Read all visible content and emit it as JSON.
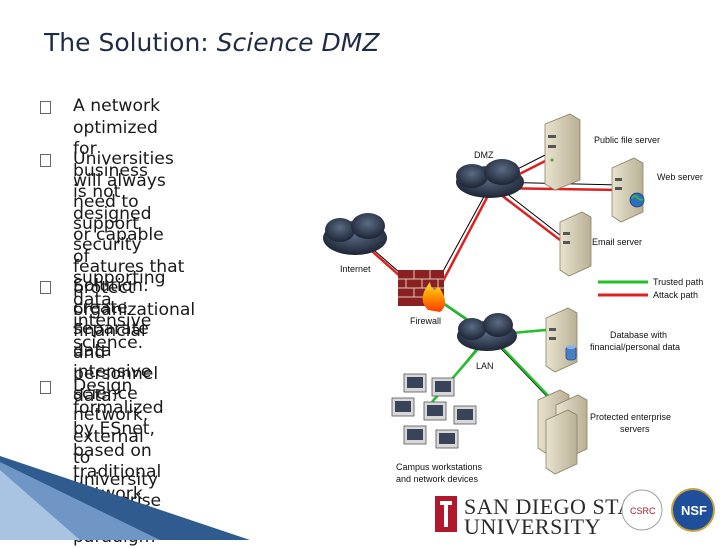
{
  "title": {
    "main": "The Solution: ",
    "italic": "Science DMZ"
  },
  "bullets": [
    {
      "lines": [
        "A network optimized for business is not designed or capable",
        "of supporting data intensive science."
      ]
    },
    {
      "lines": [
        "Universities will always need to",
        "support security features that",
        "protect organizational financial",
        "and personnel data."
      ]
    },
    {
      "lines": [
        "Solution: create separate data",
        "intensive science network,",
        "external to university enterprise",
        "network"
      ]
    },
    {
      "lines": [
        "Design formalized by ESnet,",
        "based on traditional network",
        "DMZ paradigm"
      ]
    }
  ],
  "diagram": {
    "labels": {
      "dmz": "DMZ",
      "public_file_server": "Public file server",
      "web_server": "Web server",
      "email_server": "Email server",
      "internet": "Internet",
      "firewall": "Firewall",
      "lan": "LAN",
      "database": [
        "Database with",
        "financial/personal data"
      ],
      "protected": [
        "Protected enterprise",
        "servers"
      ],
      "campus": [
        "Campus workstations",
        "and network devices"
      ]
    },
    "legend": {
      "trusted": "Trusted path",
      "attack": "Attack path"
    },
    "colors": {
      "trusted": "#22c02a",
      "attack": "#e02020"
    }
  },
  "logos": {
    "sdsu_line1": "SAN DIEGO STATE",
    "sdsu_line2": "UNIVERSITY",
    "csrc": "CSRC",
    "nsf": "NSF"
  }
}
